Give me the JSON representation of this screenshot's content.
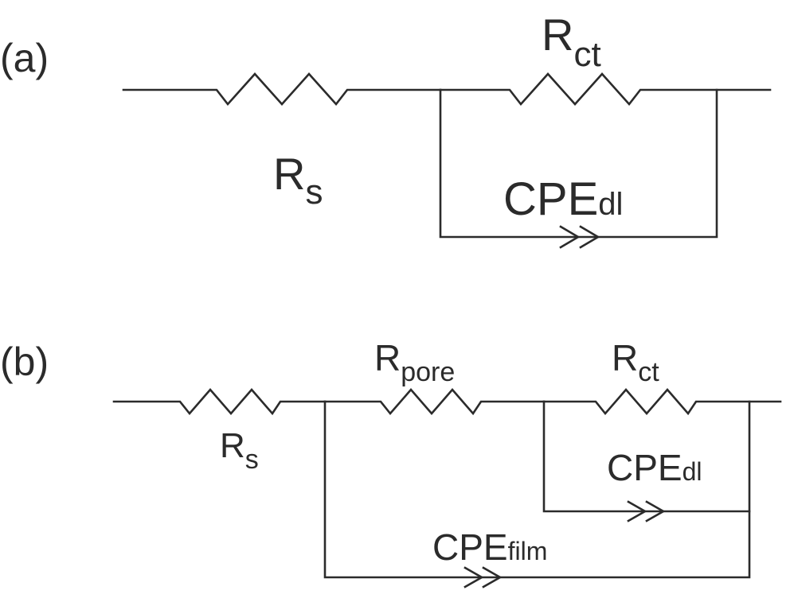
{
  "panel_a": {
    "tag": "(a)",
    "rs": {
      "main": "R",
      "sub": "s"
    },
    "rct": {
      "main": "R",
      "sub": "ct"
    },
    "cpe_dl": {
      "main": "CPE",
      "sub": "dl"
    }
  },
  "panel_b": {
    "tag": "(b)",
    "rs": {
      "main": "R",
      "sub": "s"
    },
    "rpore": {
      "main": "R",
      "sub": "pore"
    },
    "rct": {
      "main": "R",
      "sub": "ct"
    },
    "cpe_dl": {
      "main": "CPE",
      "sub": "dl"
    },
    "cpe_film": {
      "main": "CPE",
      "sub": "film"
    }
  }
}
